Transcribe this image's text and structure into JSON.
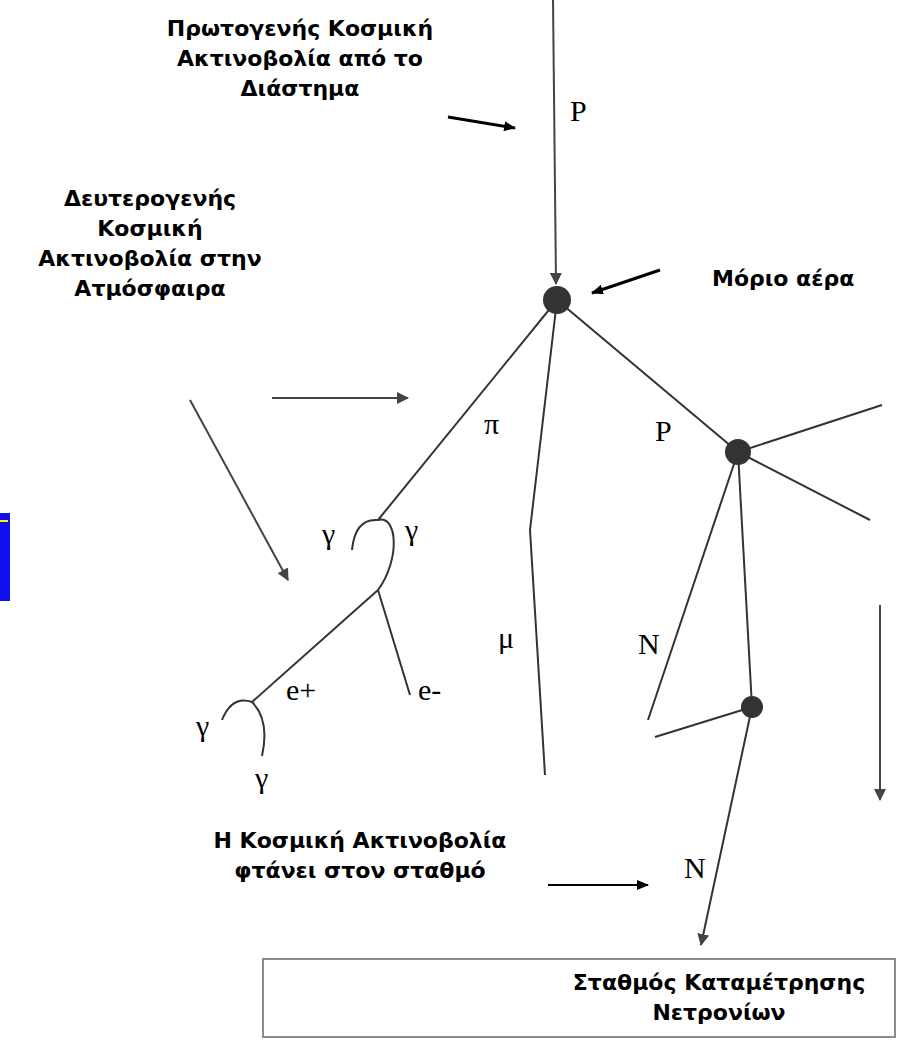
{
  "diagram": {
    "nodes": [
      {
        "text": [
          "Σταθμός Καταμέτρησης Νετρονίων"
        ]
      }
    ],
    "labels": [
      "Πρωτογενής Κοσμική Ακτινοβολία από το Διάστημα",
      "P",
      "Μόριο αέρα",
      "Δευτερογενής Κοσμική Ακτινοβολία στην Ατμόσφαιρα",
      "π",
      "P",
      "γ",
      "γ",
      "e+",
      "e-",
      "γ",
      "γ",
      "μ",
      "N",
      "N",
      "Η Κοσμική Ακτινοβολία φτάνει στον σταθμό"
    ]
  }
}
